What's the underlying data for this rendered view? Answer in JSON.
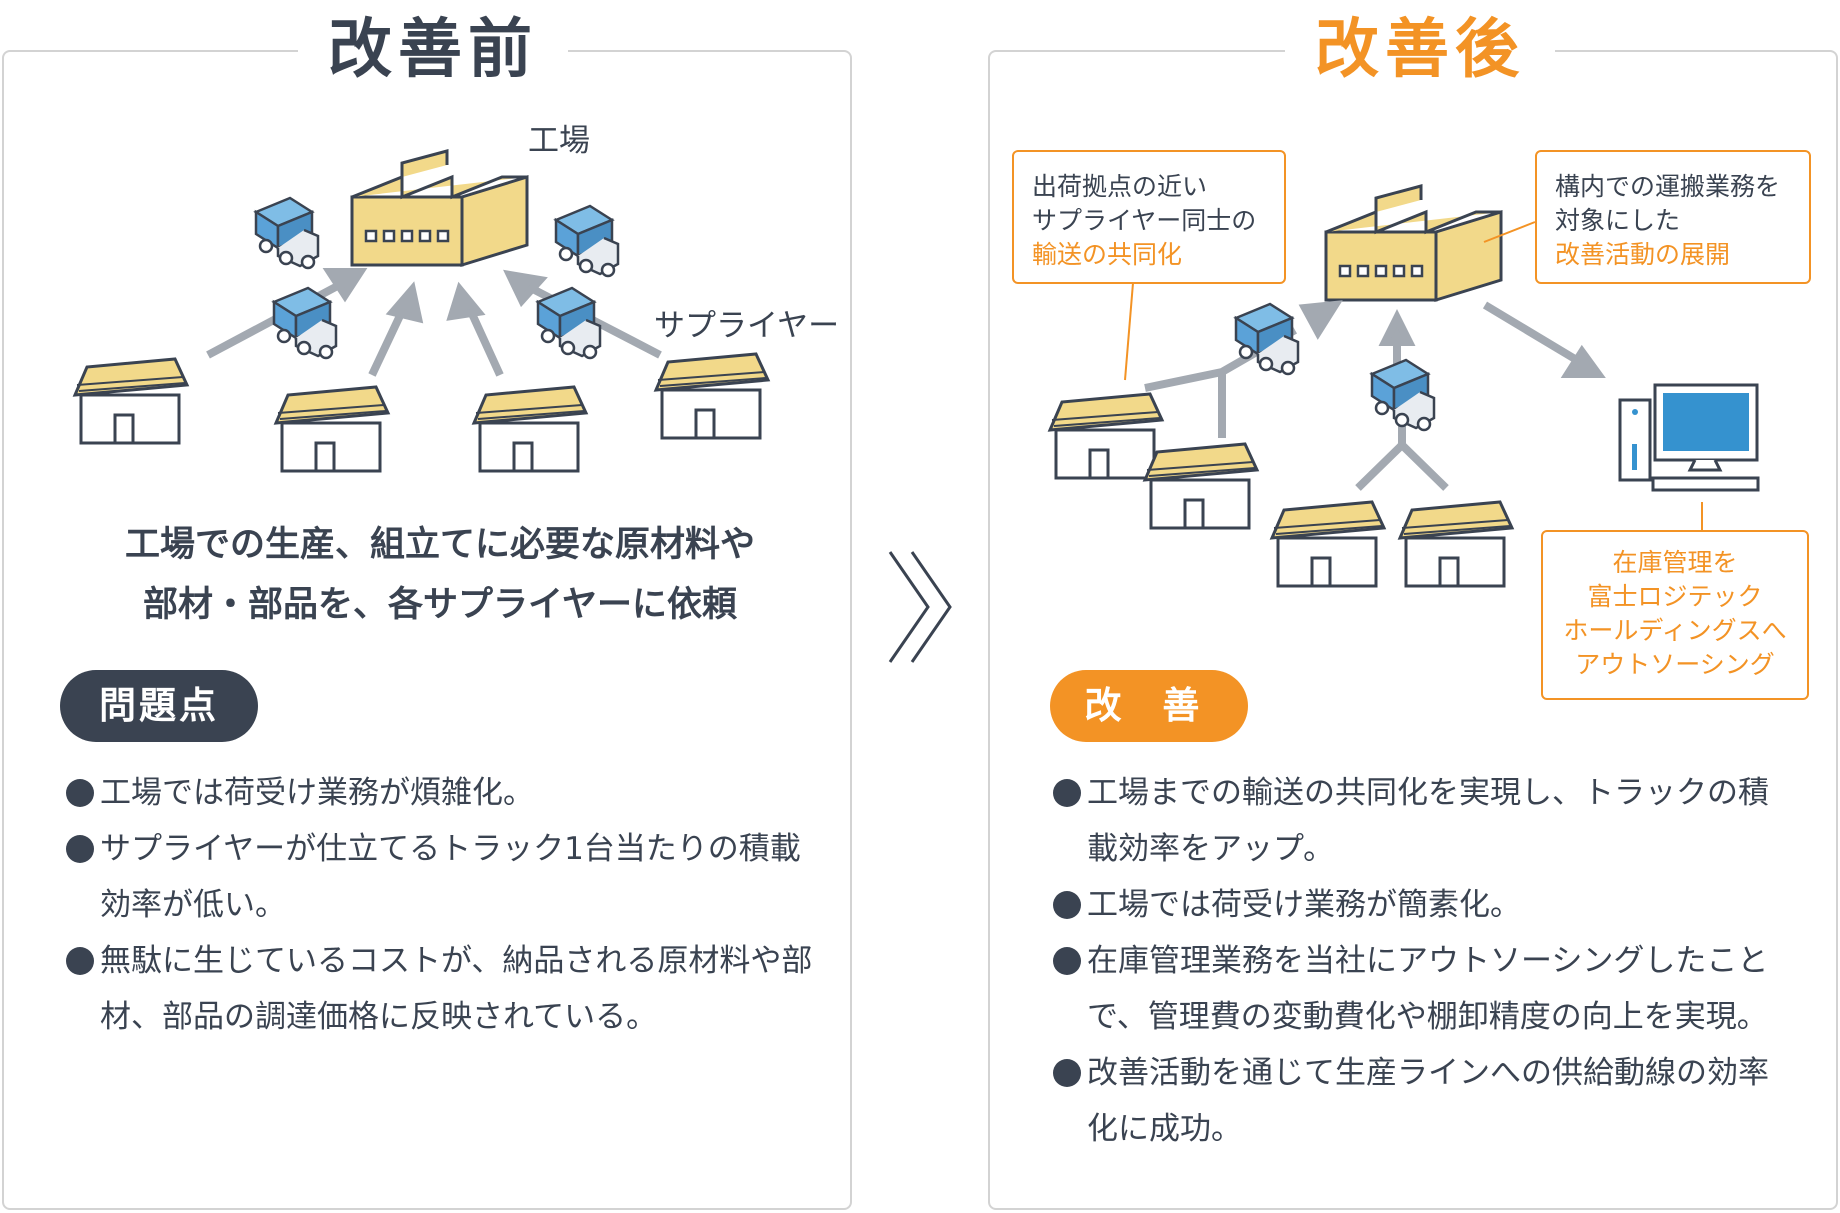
{
  "before": {
    "title": "改善前",
    "factory_label": "工場",
    "supplier_label": "サプライヤー",
    "lead_line1": "工場での生産、組立てに必要な原材料や",
    "lead_line2": "部材・部品を、各サプライヤーに依頼",
    "problem_label": "問題点",
    "points": [
      "工場では荷受け業務が煩雑化。",
      "サプライヤーが仕立てるトラック1台当たりの積載効率が低い。",
      "無駄に生じているコストが、納品される原材料や部材、部品の調達価格に反映されている。"
    ]
  },
  "after": {
    "title": "改善後",
    "callout_left": {
      "line1": "出荷拠点の近い",
      "line2": "サプライヤー同士の",
      "line3": "輸送の共同化"
    },
    "callout_right": {
      "line1": "構内での運搬業務を",
      "line2": "対象にした",
      "line3": "改善活動の展開"
    },
    "callout_bottom": {
      "line1": "在庫管理を",
      "line2": "富士ロジテック",
      "line3": "ホールディングスへ",
      "line4": "アウトソーシング"
    },
    "improve_label": "改 善",
    "points": [
      "工場までの輸送の共同化を実現し、トラックの積載効率をアップ。",
      "工場では荷受け業務が簡素化。",
      "在庫管理業務を当社にアウトソーシングしたことで、管理費の変動費化や棚卸精度の向上を実現。",
      "改善活動を通じて生産ラインへの供給動線の効率化に成功。"
    ]
  },
  "colors": {
    "navy": "#3a4351",
    "orange": "#f39325",
    "roof": "#f2d98a",
    "truck": "#5ba2d8",
    "arrow": "#a3a9b1",
    "monitor": "#3592cf"
  },
  "icons": [
    "factory-icon",
    "house-icon",
    "truck-icon",
    "arrow-icon",
    "computer-icon",
    "chevron-right-icon"
  ]
}
